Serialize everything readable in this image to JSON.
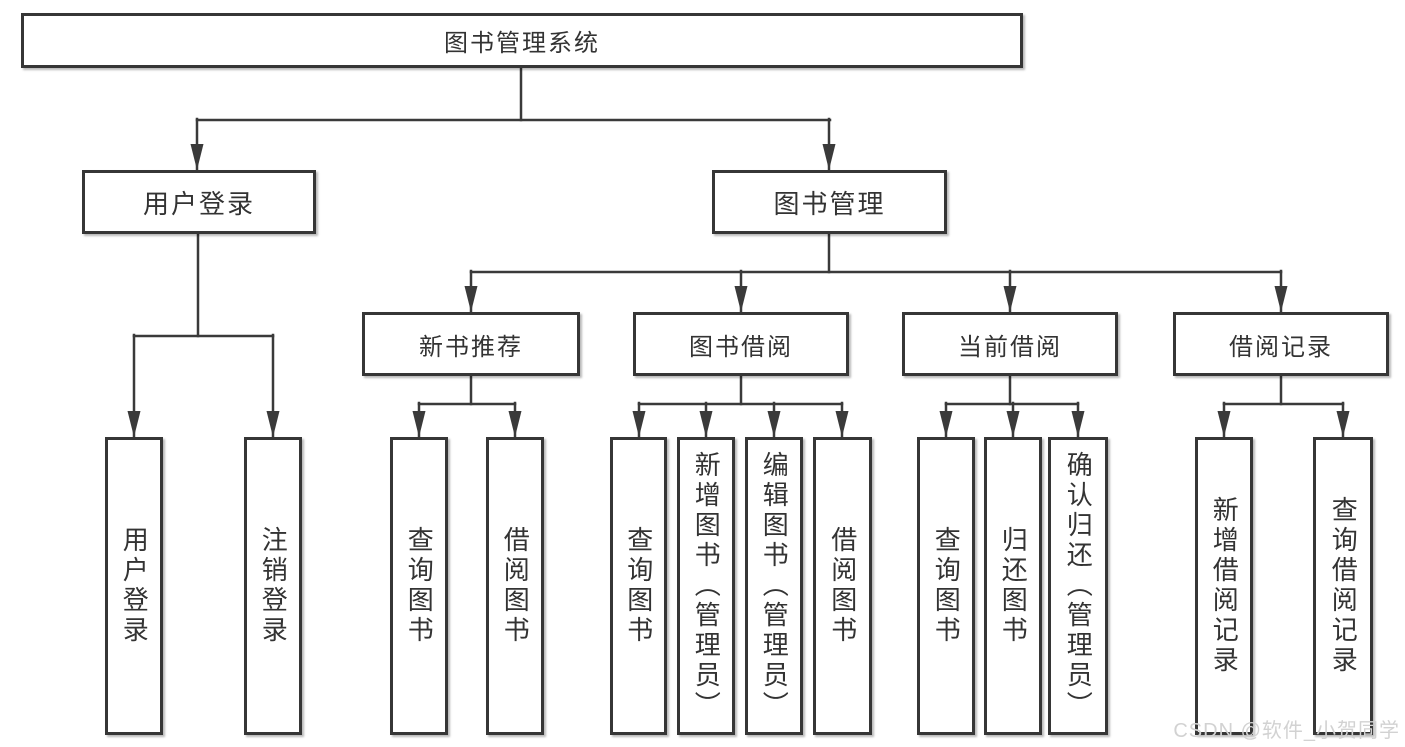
{
  "nodes": {
    "root": {
      "label": "图书管理系统"
    },
    "level2": [
      {
        "label": "用户登录"
      },
      {
        "label": "图书管理"
      }
    ],
    "level3": [
      {
        "label": "新书推荐"
      },
      {
        "label": "图书借阅"
      },
      {
        "label": "当前借阅"
      },
      {
        "label": "借阅记录"
      }
    ],
    "leaves": [
      {
        "label": "用户登录",
        "parent": "用户登录"
      },
      {
        "label": "注销登录",
        "parent": "用户登录"
      },
      {
        "label": "查询图书",
        "parent": "新书推荐"
      },
      {
        "label": "借阅图书",
        "parent": "新书推荐"
      },
      {
        "label": "查询图书",
        "parent": "图书借阅"
      },
      {
        "label": "新增图书（管理员）",
        "parent": "图书借阅"
      },
      {
        "label": "编辑图书（管理员）",
        "parent": "图书借阅"
      },
      {
        "label": "借阅图书",
        "parent": "图书借阅"
      },
      {
        "label": "查询图书",
        "parent": "当前借阅"
      },
      {
        "label": "归还图书",
        "parent": "当前借阅"
      },
      {
        "label": "确认归还（管理员）",
        "parent": "当前借阅"
      },
      {
        "label": "新增借阅记录",
        "parent": "借阅记录"
      },
      {
        "label": "查询借阅记录",
        "parent": "借阅记录"
      }
    ]
  },
  "watermark": {
    "text": "CSDN @软件_小贺同学"
  },
  "colors": {
    "line": "#3a3a3a",
    "box_border": "#363636",
    "text": "#333333",
    "background": "#ffffff",
    "watermark": "#d2d2d2"
  }
}
